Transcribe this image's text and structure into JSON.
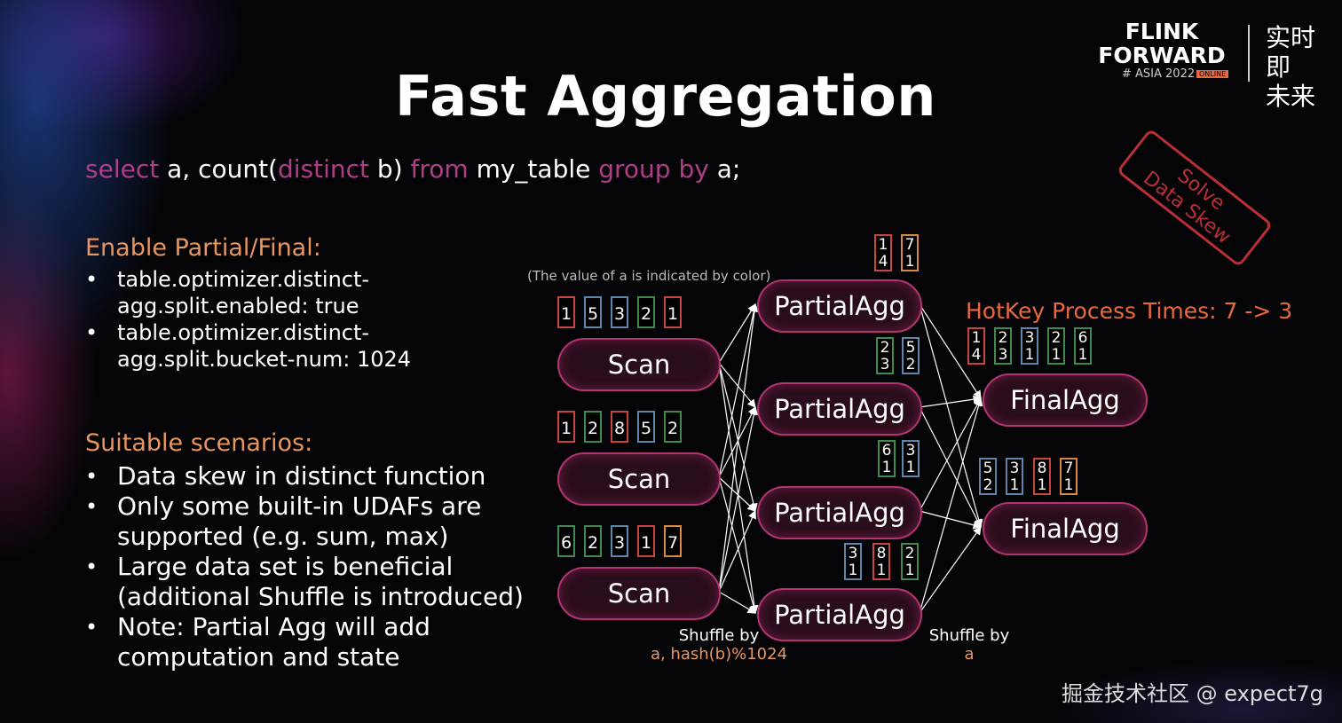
{
  "title": "Fast Aggregation",
  "sql": {
    "t1": "select",
    "t2": " a, count(",
    "t3": "distinct",
    "t4": " b) ",
    "t5": "from",
    "t6": " my_table ",
    "t7": "group by",
    "t8": " a;"
  },
  "enable": {
    "heading": "Enable Partial/Final:",
    "items": [
      "table.optimizer.distinct-agg.split.enabled: true",
      "table.optimizer.distinct-agg.split.bucket-num: 1024"
    ]
  },
  "suitable": {
    "heading": "Suitable scenarios:",
    "items": [
      "Data skew in distinct function",
      "Only some built-in UDAFs are supported (e.g. sum, max)",
      "Large data set is beneficial (additional Shuffle is introduced)",
      "Note: Partial Agg will add computation and state"
    ]
  },
  "diagram": {
    "note": "(The value of a is indicated by color)",
    "scan_label": "Scan",
    "partial_label": "PartialAgg",
    "final_label": "FinalAgg",
    "scan_tokens": [
      [
        "1",
        "5",
        "3",
        "2",
        "1"
      ],
      [
        "1",
        "2",
        "8",
        "5",
        "2"
      ],
      [
        "6",
        "2",
        "3",
        "1",
        "7"
      ]
    ],
    "partial_tokens": [
      [
        [
          "1",
          "4"
        ],
        [
          "7",
          "1"
        ]
      ],
      [
        [
          "2",
          "3"
        ],
        [
          "5",
          "2"
        ]
      ],
      [
        [
          "6",
          "1"
        ],
        [
          "3",
          "1"
        ]
      ],
      [
        [
          "3",
          "1"
        ],
        [
          "8",
          "1"
        ],
        [
          "2",
          "1"
        ]
      ]
    ],
    "final_tokens": [
      [
        [
          "1",
          "4"
        ],
        [
          "2",
          "3"
        ],
        [
          "3",
          "1"
        ],
        [
          "2",
          "1"
        ],
        [
          "6",
          "1"
        ]
      ],
      [
        [
          "5",
          "2"
        ],
        [
          "3",
          "1"
        ],
        [
          "8",
          "1"
        ],
        [
          "7",
          "1"
        ]
      ]
    ],
    "hotkey": "HotKey Process Times: 7 -> 3",
    "shuffle1": {
      "line1": "Shuffle by",
      "line2": "a, hash(b)%1024"
    },
    "shuffle2": {
      "line1": "Shuffle by",
      "line2": "a"
    }
  },
  "stamp": {
    "line1": "Solve",
    "line2": "Data Skew"
  },
  "logo": {
    "line1": "FLINK",
    "line2": "FORWARD",
    "asia": "# ASIA 2022",
    "online": "ONLINE",
    "cn1": "实时即",
    "cn2": "未来"
  },
  "watermark": "掘金技术社区 @ expect7g",
  "colors": {
    "key_1": "#c94540",
    "key_2": "#3f8b4f",
    "key_3": "#5e86ad",
    "key_5": "#5e86ad",
    "key_6": "#3f8b4f",
    "key_7": "#d58a3e",
    "key_8": "#c94540",
    "node_border": "#b23570",
    "keyword": "#b03e86",
    "heading": "#e8955f"
  }
}
